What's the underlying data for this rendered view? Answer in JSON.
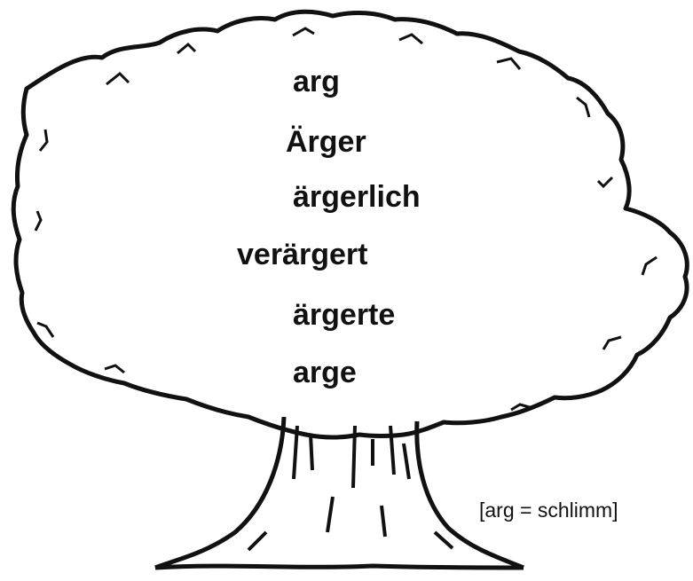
{
  "word_family": {
    "words": [
      "arg",
      "Ärger",
      "ärgerlich",
      "verärgert",
      "ärgerte",
      "arge"
    ]
  },
  "note": "[arg = schlimm]"
}
